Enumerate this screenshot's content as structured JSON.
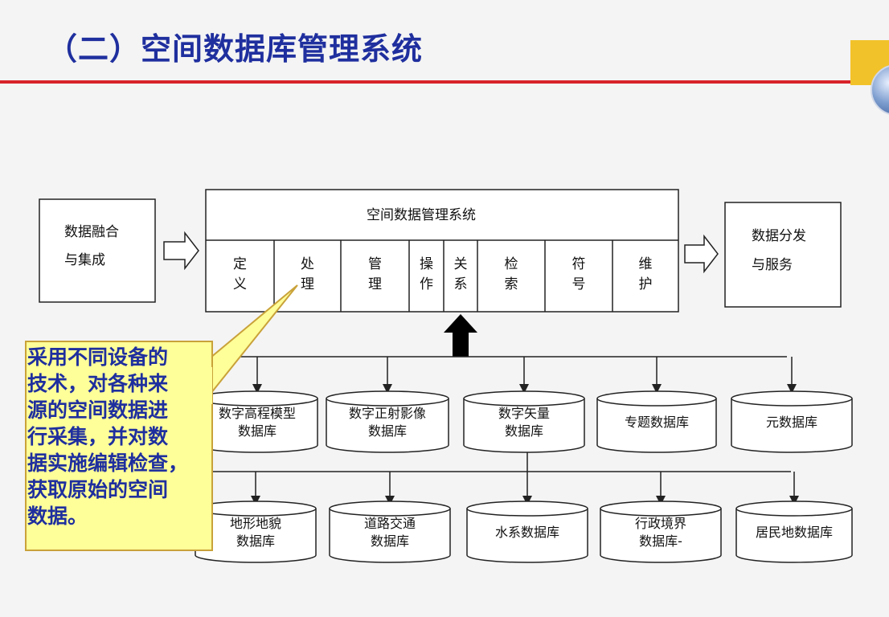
{
  "slide": {
    "title": "（二）空间数据库管理系统"
  },
  "diagram": {
    "input_box": [
      "数据融合",
      "与集成"
    ],
    "main_system": {
      "title": "空间数据管理系统",
      "functions": [
        [
          "定",
          "义"
        ],
        [
          "处",
          "理"
        ],
        [
          "管",
          "理"
        ],
        [
          "操",
          "作"
        ],
        [
          "关",
          "系"
        ],
        [
          "检",
          "索"
        ],
        [
          "符",
          "号"
        ],
        [
          "维",
          "护"
        ]
      ]
    },
    "output_box": [
      "数据分发",
      "与服务"
    ],
    "databases_row1": [
      [
        "数字高程模型",
        "数据库"
      ],
      [
        "数字正射影像",
        "数据库"
      ],
      [
        "数字矢量",
        "数据库"
      ],
      [
        "专题数据库"
      ],
      [
        "元数据库"
      ]
    ],
    "databases_row2": [
      [
        "地形地貌",
        "数据库"
      ],
      [
        "道路交通",
        "数据库"
      ],
      [
        "水系数据库"
      ],
      [
        "行政境界",
        "数据库-"
      ],
      [
        "居民地数据库"
      ]
    ]
  },
  "callout": {
    "lines": [
      "采用不同设备的",
      "技术，对各种来",
      "源的空间数据进",
      "行采集，并对数",
      "据实施编辑检查，",
      "获取原始的空间",
      "数据。"
    ]
  },
  "colors": {
    "title": "#1f2f9e",
    "accent_line": "#d8222a",
    "callout_fill": "#ffff99",
    "callout_border": "#c9a23a"
  }
}
